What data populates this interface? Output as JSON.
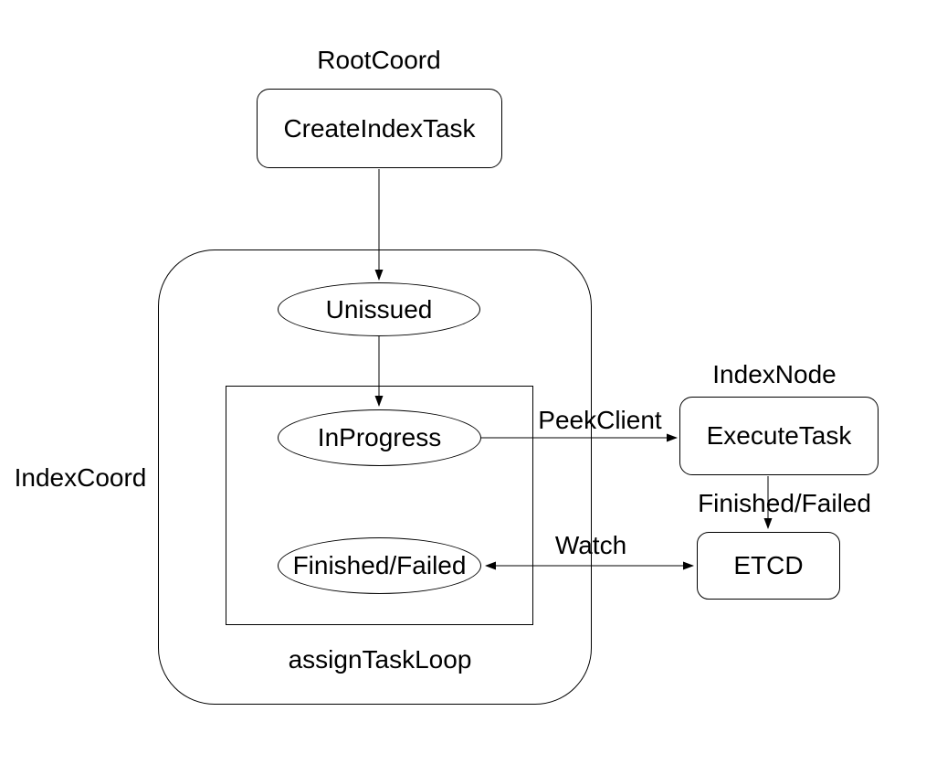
{
  "diagram": {
    "type": "flowchart",
    "background_color": "#ffffff",
    "stroke_color": "#000000",
    "text_color": "#000000"
  },
  "labels": {
    "root_coord": "RootCoord",
    "index_coord": "IndexCoord",
    "index_node": "IndexNode",
    "assign_task_loop": "assignTaskLoop"
  },
  "nodes": {
    "create_index_task": "CreateIndexTask",
    "unissued": "Unissued",
    "in_progress": "InProgress",
    "finished_failed": "Finished/Failed",
    "execute_task": "ExecuteTask",
    "etcd": "ETCD"
  },
  "edge_labels": {
    "peek_client": "PeekClient",
    "finished_failed": "Finished/Failed",
    "watch": "Watch"
  }
}
